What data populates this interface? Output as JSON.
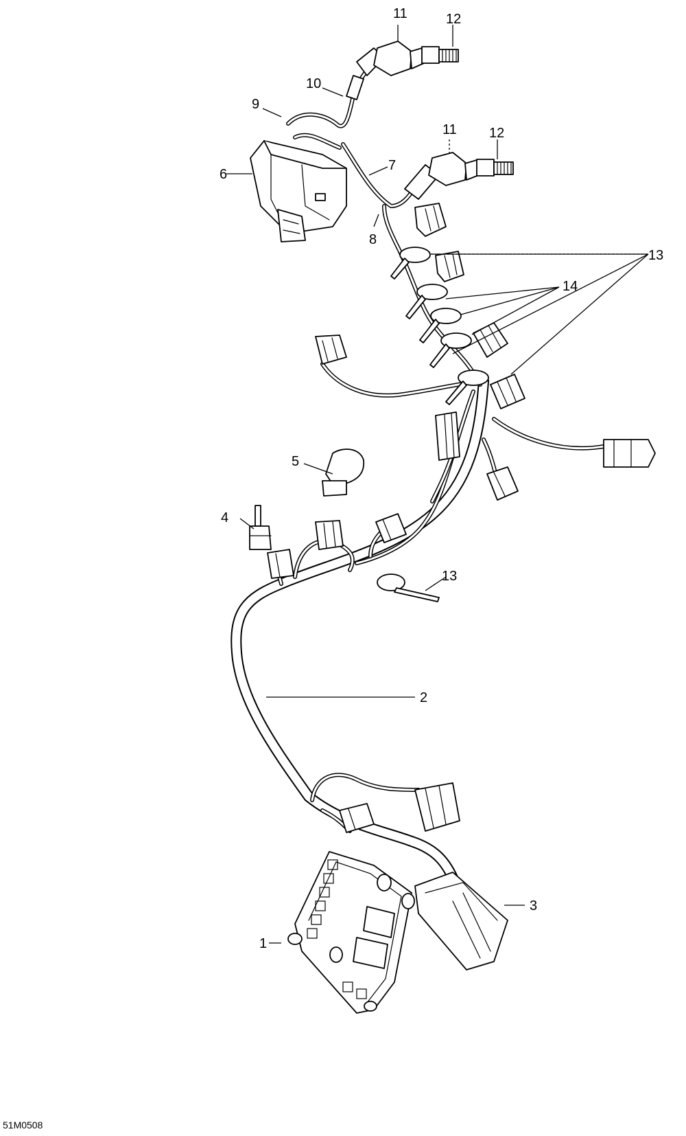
{
  "figure_code": "51M0508",
  "callouts": [
    {
      "id": "c1",
      "label": "1"
    },
    {
      "id": "c2",
      "label": "2"
    },
    {
      "id": "c3",
      "label": "3"
    },
    {
      "id": "c4",
      "label": "4"
    },
    {
      "id": "c5",
      "label": "5"
    },
    {
      "id": "c6",
      "label": "6"
    },
    {
      "id": "c7",
      "label": "7"
    },
    {
      "id": "c8",
      "label": "8"
    },
    {
      "id": "c9",
      "label": "9"
    },
    {
      "id": "c10",
      "label": "10"
    },
    {
      "id": "c11a",
      "label": "11"
    },
    {
      "id": "c11b",
      "label": "11"
    },
    {
      "id": "c12a",
      "label": "12"
    },
    {
      "id": "c12b",
      "label": "12"
    },
    {
      "id": "c13a",
      "label": "13"
    },
    {
      "id": "c13b",
      "label": "13"
    },
    {
      "id": "c14",
      "label": "14"
    }
  ],
  "colors": {
    "line": "#000000",
    "background": "#ffffff"
  }
}
